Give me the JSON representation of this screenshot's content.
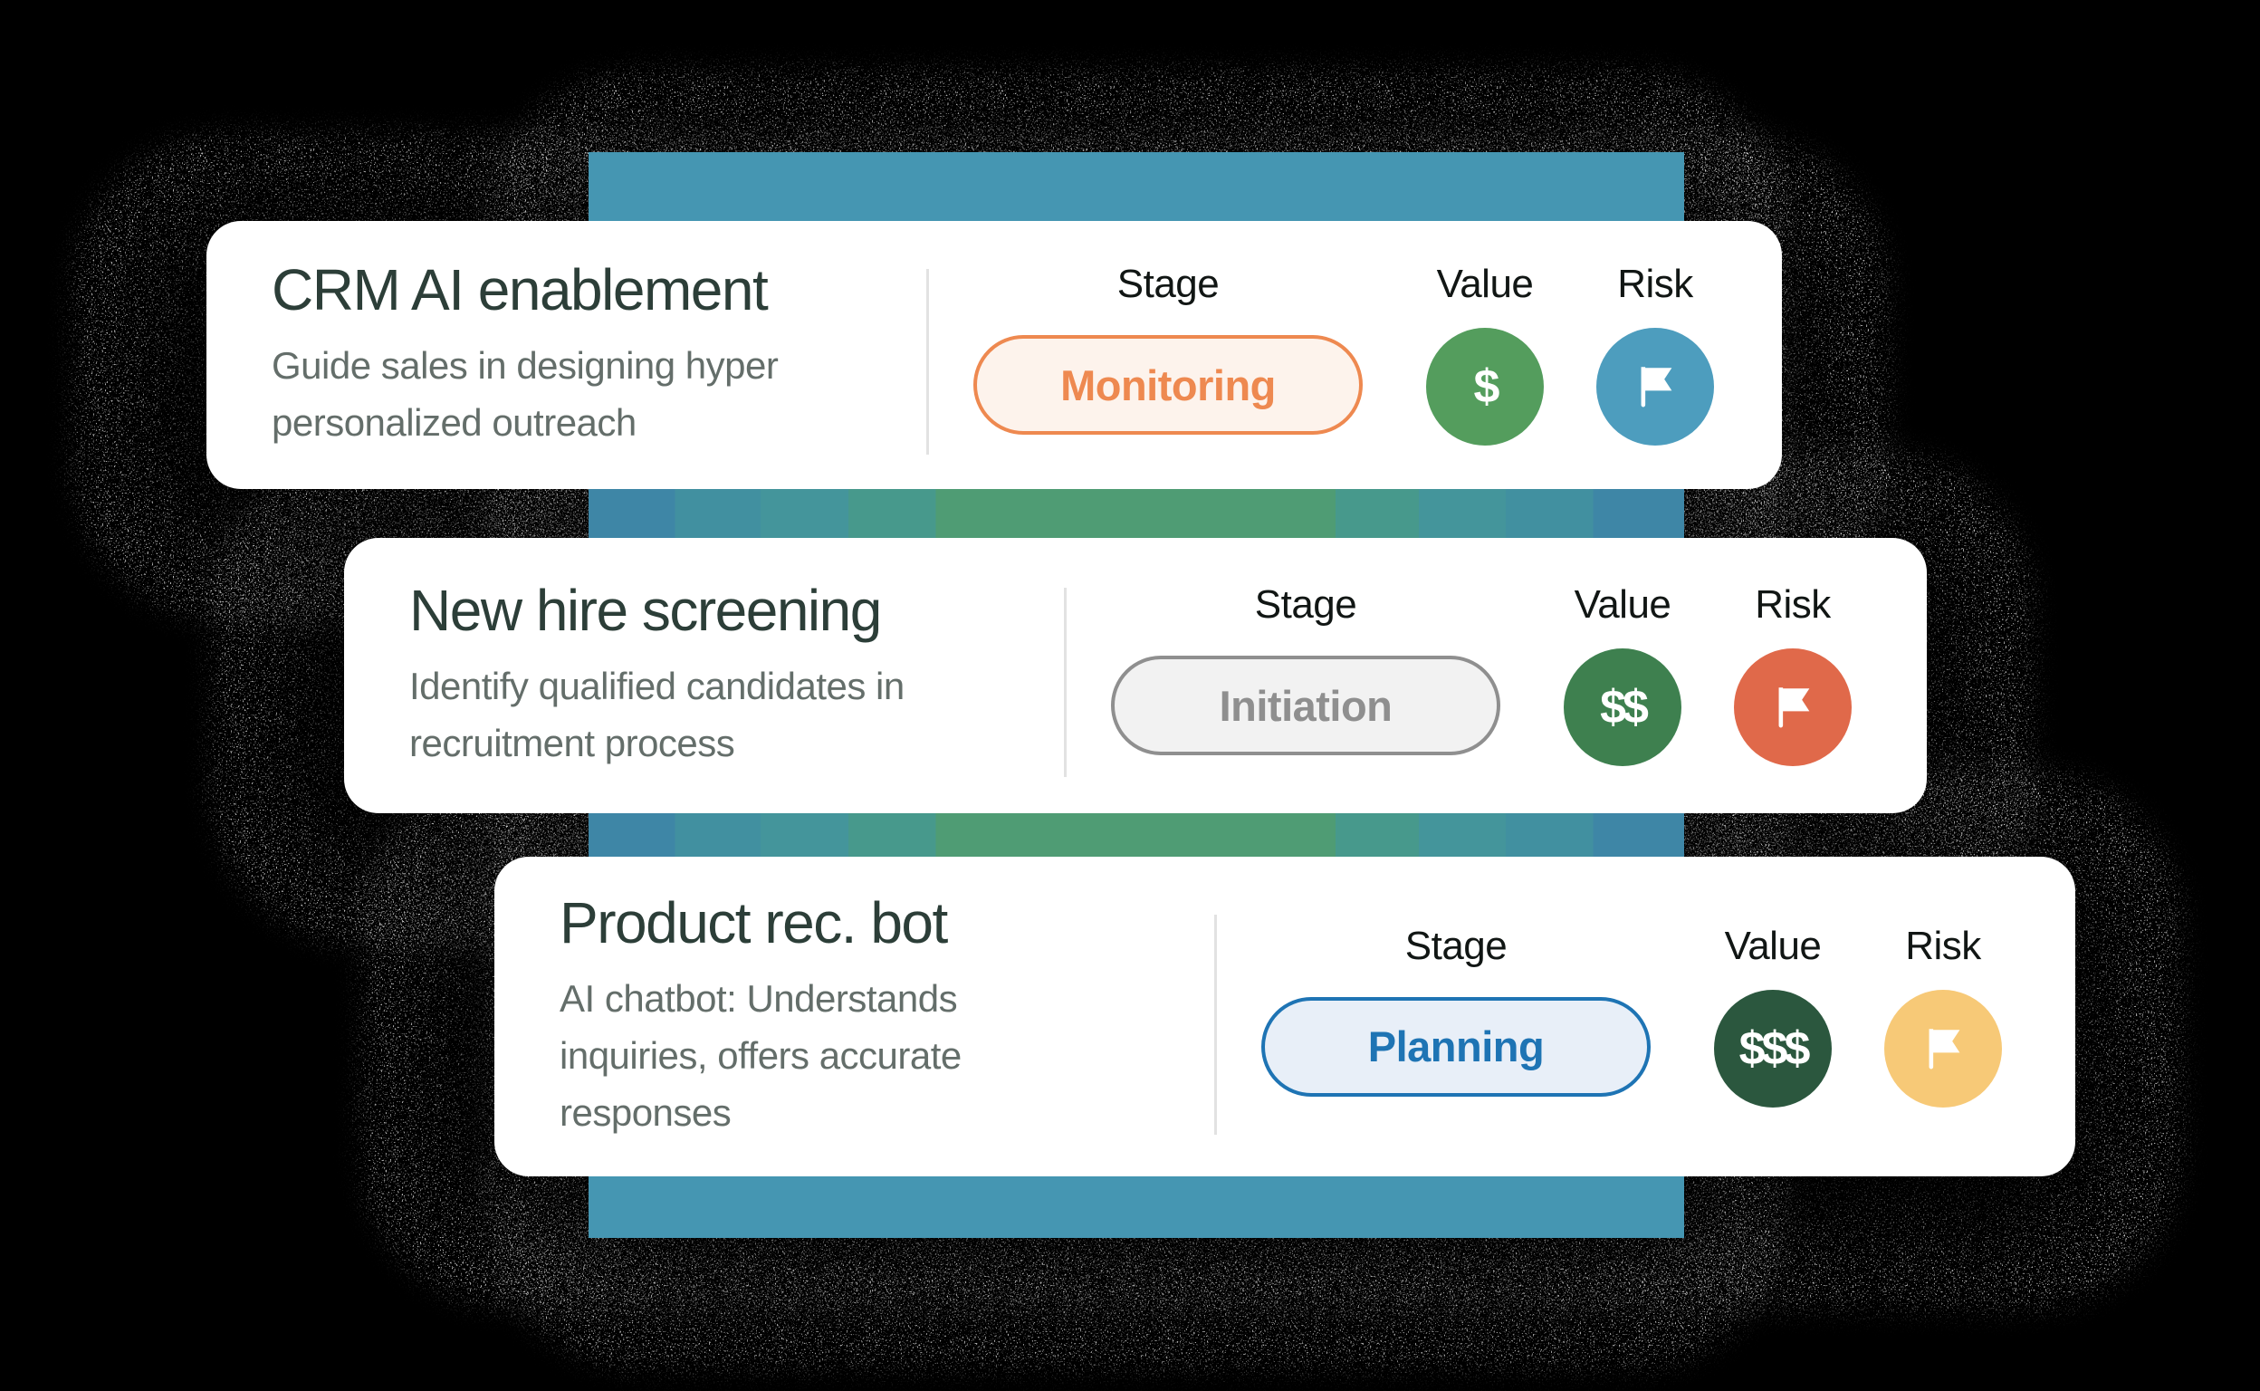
{
  "labels": {
    "stage": "Stage",
    "value": "Value",
    "risk": "Risk"
  },
  "cards": [
    {
      "title": "CRM AI enablement",
      "description": "Guide sales in designing hyper\npersonalized outreach",
      "stage": {
        "label": "Monitoring",
        "style": "color:#ee8950;border-color:#ee8950;background:#fdf3ec"
      },
      "value": {
        "amount": "$",
        "style": "background:#549d5d"
      },
      "risk": {
        "style": "background:#4d9dbe"
      }
    },
    {
      "title": "New hire screening",
      "description": "Identify qualified candidates in\nrecruitment process",
      "stage": {
        "label": "Initiation",
        "style": "color:#8f8f8f;border-color:#8f8f8f;background:#f2f2f2"
      },
      "value": {
        "amount": "$$",
        "style": "background:#3e804f"
      },
      "risk": {
        "style": "background:#e0694a"
      }
    },
    {
      "title": "Product rec. bot",
      "description": "AI chatbot: Understands\ninquiries, offers accurate\nresponses",
      "stage": {
        "label": "Planning",
        "style": "color:#1e74b4;border-color:#1e74b4;background:#e8eff8"
      },
      "value": {
        "amount": "$$$",
        "style": "background:#2b573e"
      },
      "risk": {
        "style": "background:#f7c977"
      }
    }
  ],
  "band": {
    "color": "#4596b2",
    "gradient_segments": [
      {
        "color": "#3e86a6",
        "from": 0,
        "to": 7.9
      },
      {
        "color": "#4190a0",
        "from": 7.9,
        "to": 15.7
      },
      {
        "color": "#44959b",
        "from": 15.7,
        "to": 23.7
      },
      {
        "color": "#47998c",
        "from": 23.7,
        "to": 31.7
      },
      {
        "color": "#4f9c74",
        "from": 31.7,
        "to": 68.2
      },
      {
        "color": "#47998c",
        "from": 68.2,
        "to": 75.8
      },
      {
        "color": "#44959b",
        "from": 75.8,
        "to": 83.7
      },
      {
        "color": "#4190a0",
        "from": 83.7,
        "to": 91.7
      },
      {
        "color": "#3e86a6",
        "from": 91.7,
        "to": 100
      }
    ]
  }
}
